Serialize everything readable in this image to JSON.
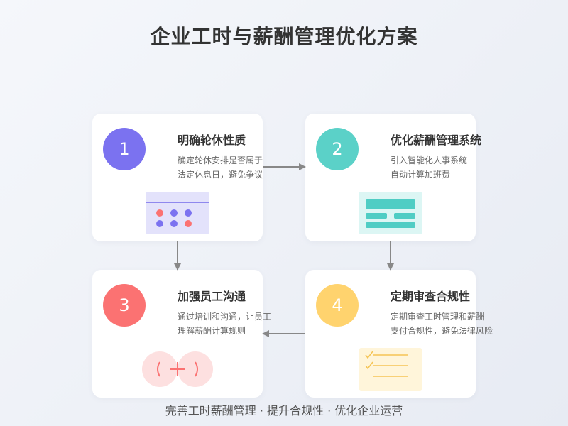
{
  "title": "企业工时与薪酬管理优化方案",
  "steps": [
    {
      "number": "1",
      "title": "明确轮休性质",
      "desc_lines": [
        "确定轮休安排是否属于",
        "法定休息日，避免争议"
      ],
      "color": "#7b72f0",
      "icon": "calendar-icon"
    },
    {
      "number": "2",
      "title": "优化薪酬管理系统",
      "desc_lines": [
        "引入智能化人事系统",
        "自动计算加班费"
      ],
      "color": "#5bd1c8",
      "icon": "system-dashboard-icon"
    },
    {
      "number": "3",
      "title": "加强员工沟通",
      "desc_lines": [
        "通过培训和沟通，让员工",
        "理解薪酬计算规则"
      ],
      "color": "#fb7272",
      "icon": "communication-icon"
    },
    {
      "number": "4",
      "title": "定期审查合规性",
      "desc_lines": [
        "定期审查工时管理和薪酬",
        "支付合规性，避免法律风险"
      ],
      "color": "#ffd36e",
      "icon": "checklist-icon"
    }
  ],
  "footer": "完善工时薪酬管理 · 提升合规性 · 优化企业运营"
}
